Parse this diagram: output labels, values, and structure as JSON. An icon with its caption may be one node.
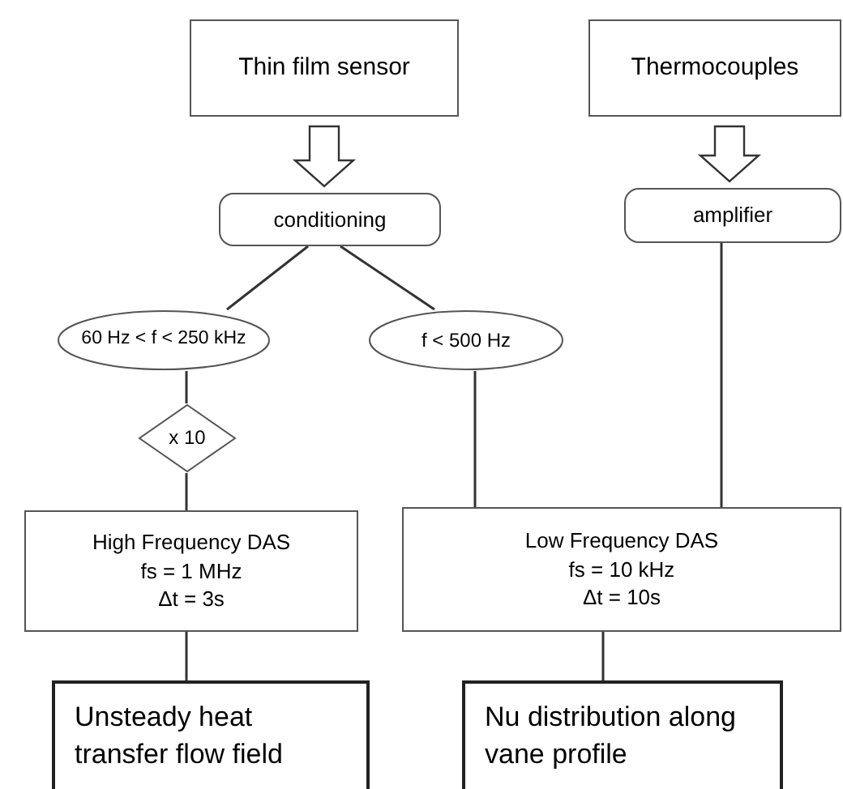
{
  "diagram": {
    "nodes": [
      {
        "text": [
          "Thin film sensor"
        ]
      },
      {
        "text": [
          "Thermocouples"
        ]
      },
      {
        "text": [
          "conditioning"
        ]
      },
      {
        "text": [
          "amplifier"
        ]
      },
      {
        "text": [
          "60 Hz < f < 250 kHz"
        ]
      },
      {
        "text": [
          "f < 500 Hz"
        ]
      },
      {
        "text": [
          "x 10"
        ]
      },
      {
        "text": [
          "High Frequency DAS",
          "fs = 1 MHz",
          "Δt = 3s"
        ]
      },
      {
        "text": [
          "Low Frequency DAS",
          "fs = 10 kHz",
          "Δt = 10s"
        ]
      },
      {
        "text": [
          "Unsteady heat transfer flow field"
        ]
      },
      {
        "text": [
          "Nu distribution along vane profile"
        ]
      }
    ],
    "edges": [
      {
        "from": 0,
        "to": 2,
        "arrow": "to",
        "style": "thick"
      },
      {
        "from": 1,
        "to": 3,
        "arrow": "to",
        "style": "thick"
      },
      {
        "from": 2,
        "to": 4,
        "arrow": "none"
      },
      {
        "from": 2,
        "to": 5,
        "arrow": "none"
      },
      {
        "from": 4,
        "to": 6,
        "arrow": "none"
      },
      {
        "from": 6,
        "to": 7,
        "arrow": "none"
      },
      {
        "from": 5,
        "to": 8,
        "arrow": "none"
      },
      {
        "from": 3,
        "to": 8,
        "arrow": "none"
      },
      {
        "from": 7,
        "to": 9,
        "arrow": "none"
      },
      {
        "from": 8,
        "to": 10,
        "arrow": "none"
      }
    ]
  }
}
